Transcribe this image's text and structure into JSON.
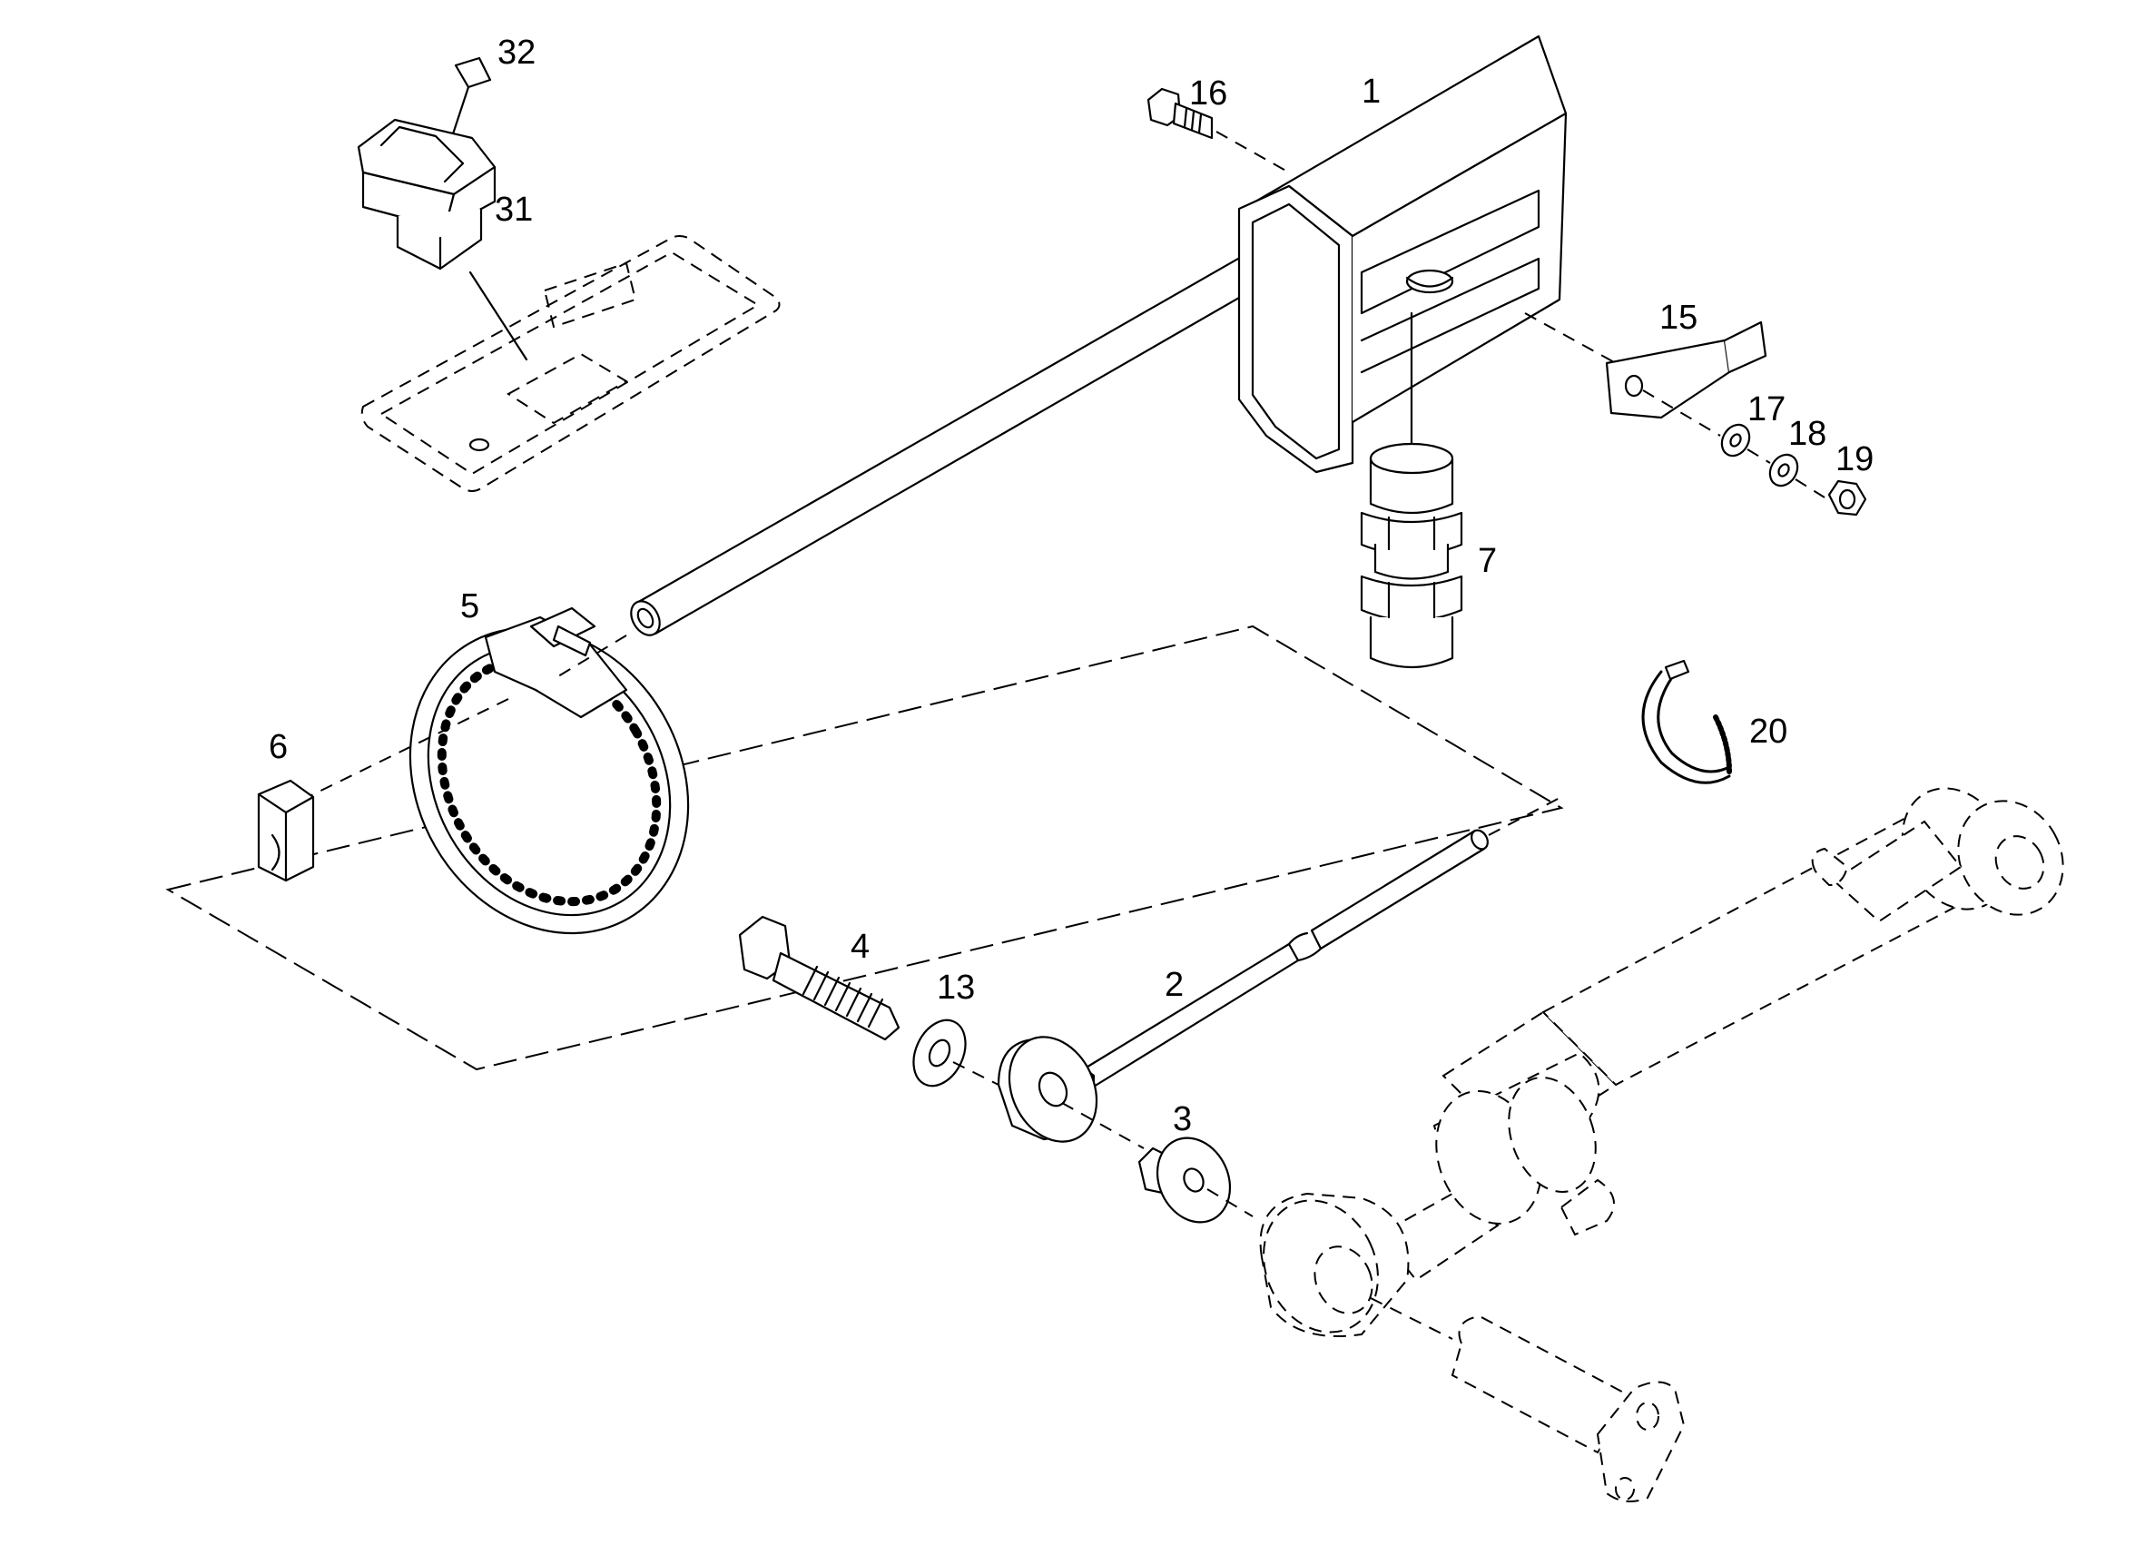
{
  "callouts": [
    {
      "id": "c1",
      "text": "1"
    },
    {
      "id": "c2",
      "text": "2"
    },
    {
      "id": "c3",
      "text": "3"
    },
    {
      "id": "c4",
      "text": "4"
    },
    {
      "id": "c5",
      "text": "5"
    },
    {
      "id": "c6",
      "text": "6"
    },
    {
      "id": "c7",
      "text": "7"
    },
    {
      "id": "c13",
      "text": "13"
    },
    {
      "id": "c15",
      "text": "15"
    },
    {
      "id": "c16",
      "text": "16"
    },
    {
      "id": "c17",
      "text": "17"
    },
    {
      "id": "c18",
      "text": "18"
    },
    {
      "id": "c19",
      "text": "19"
    },
    {
      "id": "c20",
      "text": "20"
    },
    {
      "id": "c31",
      "text": "31"
    },
    {
      "id": "c32",
      "text": "32"
    }
  ]
}
